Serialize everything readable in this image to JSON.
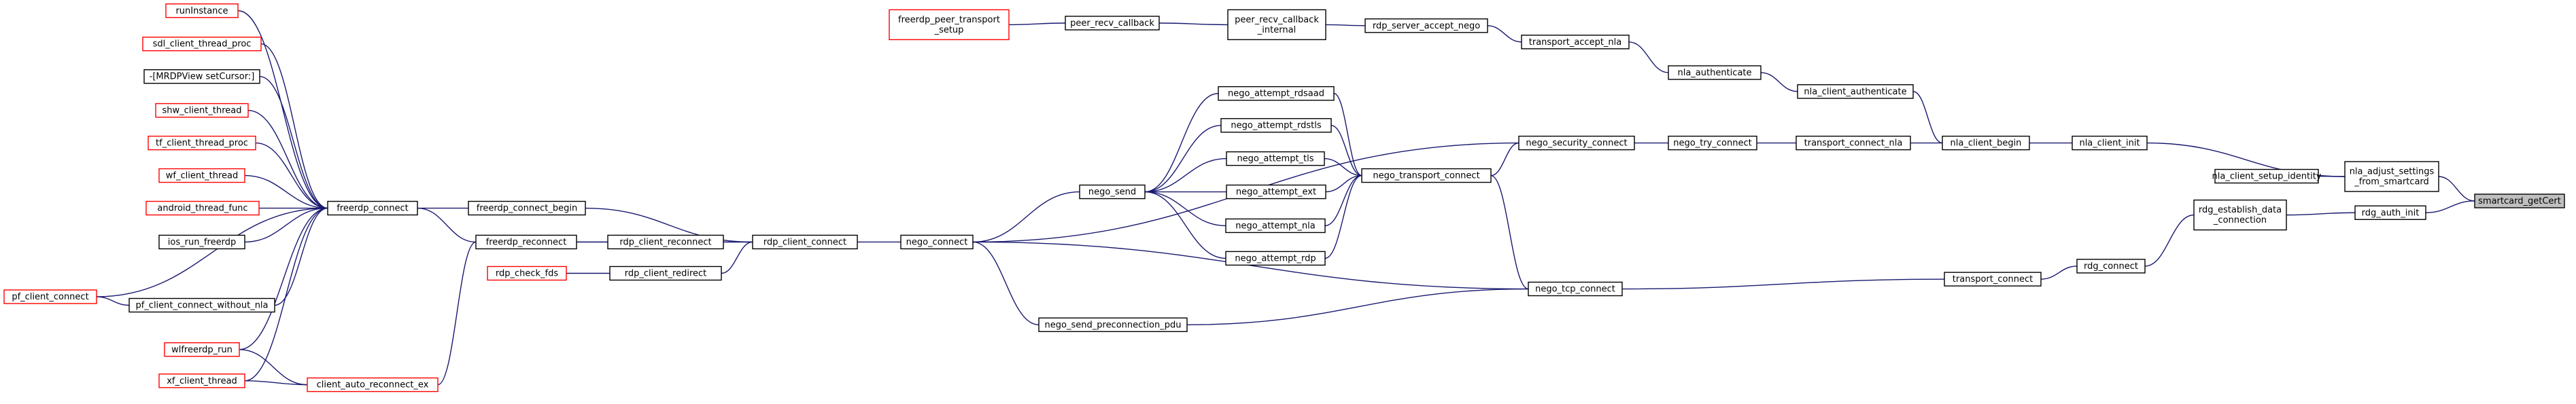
{
  "colors": {
    "edge": "#191970",
    "node_border_default": "#000000",
    "node_border_truncated": "#ff0000",
    "root_fill": "#bfbfbf",
    "node_fill": "#ffffff"
  },
  "nodes": [
    {
      "id": "smartcard_getCert",
      "lines": [
        "smartcard_getCert"
      ],
      "kind": "root"
    },
    {
      "id": "nla_adjust_settings_from_smartcard",
      "lines": [
        "nla_adjust_settings",
        "_from_smartcard"
      ],
      "kind": "normal"
    },
    {
      "id": "rdg_auth_init",
      "lines": [
        "rdg_auth_init"
      ],
      "kind": "normal"
    },
    {
      "id": "nla_client_init",
      "lines": [
        "nla_client_init"
      ],
      "kind": "normal"
    },
    {
      "id": "nla_client_setup_identity",
      "lines": [
        "nla_client_setup_identity"
      ],
      "kind": "normal"
    },
    {
      "id": "rdg_establish_data_connection",
      "lines": [
        "rdg_establish_data",
        "_connection"
      ],
      "kind": "normal"
    },
    {
      "id": "nla_client_begin",
      "lines": [
        "nla_client_begin"
      ],
      "kind": "normal"
    },
    {
      "id": "rdg_connect",
      "lines": [
        "rdg_connect"
      ],
      "kind": "normal"
    },
    {
      "id": "nla_client_authenticate",
      "lines": [
        "nla_client_authenticate"
      ],
      "kind": "normal"
    },
    {
      "id": "transport_connect_nla",
      "lines": [
        "transport_connect_nla"
      ],
      "kind": "normal"
    },
    {
      "id": "transport_connect",
      "lines": [
        "transport_connect"
      ],
      "kind": "normal"
    },
    {
      "id": "nla_authenticate",
      "lines": [
        "nla_authenticate"
      ],
      "kind": "normal"
    },
    {
      "id": "nego_try_connect",
      "lines": [
        "nego_try_connect"
      ],
      "kind": "normal"
    },
    {
      "id": "nego_tcp_connect",
      "lines": [
        "nego_tcp_connect"
      ],
      "kind": "normal"
    },
    {
      "id": "transport_accept_nla",
      "lines": [
        "transport_accept_nla"
      ],
      "kind": "normal"
    },
    {
      "id": "nego_security_connect",
      "lines": [
        "nego_security_connect"
      ],
      "kind": "normal"
    },
    {
      "id": "rdp_server_accept_nego",
      "lines": [
        "rdp_server_accept_nego"
      ],
      "kind": "normal"
    },
    {
      "id": "nego_transport_connect",
      "lines": [
        "nego_transport_connect"
      ],
      "kind": "normal"
    },
    {
      "id": "peer_recv_callback_internal",
      "lines": [
        "peer_recv_callback",
        "_internal"
      ],
      "kind": "normal"
    },
    {
      "id": "nego_attempt_rdsaad",
      "lines": [
        "nego_attempt_rdsaad"
      ],
      "kind": "normal"
    },
    {
      "id": "nego_attempt_rdstls",
      "lines": [
        "nego_attempt_rdstls"
      ],
      "kind": "normal"
    },
    {
      "id": "nego_attempt_tls",
      "lines": [
        "nego_attempt_tls"
      ],
      "kind": "normal"
    },
    {
      "id": "nego_attempt_ext",
      "lines": [
        "nego_attempt_ext"
      ],
      "kind": "normal"
    },
    {
      "id": "nego_attempt_nla",
      "lines": [
        "nego_attempt_nla"
      ],
      "kind": "normal"
    },
    {
      "id": "nego_attempt_rdp",
      "lines": [
        "nego_attempt_rdp"
      ],
      "kind": "normal"
    },
    {
      "id": "nego_send_preconnection_pdu",
      "lines": [
        "nego_send_preconnection_pdu"
      ],
      "kind": "normal"
    },
    {
      "id": "peer_recv_callback",
      "lines": [
        "peer_recv_callback"
      ],
      "kind": "normal"
    },
    {
      "id": "nego_send",
      "lines": [
        "nego_send"
      ],
      "kind": "normal"
    },
    {
      "id": "freerdp_peer_transport_setup",
      "lines": [
        "freerdp_peer_transport",
        "_setup"
      ],
      "kind": "truncated"
    },
    {
      "id": "nego_connect",
      "lines": [
        "nego_connect"
      ],
      "kind": "normal"
    },
    {
      "id": "rdp_client_connect",
      "lines": [
        "rdp_client_connect"
      ],
      "kind": "normal"
    },
    {
      "id": "rdp_client_reconnect",
      "lines": [
        "rdp_client_reconnect"
      ],
      "kind": "normal"
    },
    {
      "id": "rdp_client_redirect",
      "lines": [
        "rdp_client_redirect"
      ],
      "kind": "normal"
    },
    {
      "id": "freerdp_connect_begin",
      "lines": [
        "freerdp_connect_begin"
      ],
      "kind": "normal"
    },
    {
      "id": "freerdp_reconnect",
      "lines": [
        "freerdp_reconnect"
      ],
      "kind": "normal"
    },
    {
      "id": "rdp_check_fds",
      "lines": [
        "rdp_check_fds"
      ],
      "kind": "truncated"
    },
    {
      "id": "freerdp_connect",
      "lines": [
        "freerdp_connect"
      ],
      "kind": "normal"
    },
    {
      "id": "client_auto_reconnect_ex",
      "lines": [
        "client_auto_reconnect_ex"
      ],
      "kind": "truncated"
    },
    {
      "id": "runInstance",
      "lines": [
        "runInstance"
      ],
      "kind": "truncated"
    },
    {
      "id": "sdl_client_thread_proc",
      "lines": [
        "sdl_client_thread_proc"
      ],
      "kind": "truncated"
    },
    {
      "id": "MRDPView_setCursor",
      "lines": [
        "-[MRDPView setCursor:]"
      ],
      "kind": "normal"
    },
    {
      "id": "shw_client_thread",
      "lines": [
        "shw_client_thread"
      ],
      "kind": "truncated"
    },
    {
      "id": "tf_client_thread_proc",
      "lines": [
        "tf_client_thread_proc"
      ],
      "kind": "truncated"
    },
    {
      "id": "wf_client_thread",
      "lines": [
        "wf_client_thread"
      ],
      "kind": "truncated"
    },
    {
      "id": "android_thread_func",
      "lines": [
        "android_thread_func"
      ],
      "kind": "truncated"
    },
    {
      "id": "ios_run_freerdp",
      "lines": [
        "ios_run_freerdp"
      ],
      "kind": "normal"
    },
    {
      "id": "pf_client_connect_without_nla",
      "lines": [
        "pf_client_connect_without_nla"
      ],
      "kind": "normal"
    },
    {
      "id": "wlfreerdp_run",
      "lines": [
        "wlfreerdp_run"
      ],
      "kind": "truncated"
    },
    {
      "id": "xf_client_thread",
      "lines": [
        "xf_client_thread"
      ],
      "kind": "truncated"
    },
    {
      "id": "pf_client_connect",
      "lines": [
        "pf_client_connect"
      ],
      "kind": "truncated"
    }
  ],
  "edges": [
    [
      "nla_adjust_settings_from_smartcard",
      "smartcard_getCert"
    ],
    [
      "rdg_auth_init",
      "smartcard_getCert"
    ],
    [
      "nla_client_init",
      "nla_adjust_settings_from_smartcard"
    ],
    [
      "nla_client_setup_identity",
      "nla_adjust_settings_from_smartcard"
    ],
    [
      "rdg_establish_data_connection",
      "rdg_auth_init"
    ],
    [
      "nla_client_begin",
      "nla_client_init"
    ],
    [
      "rdg_connect",
      "rdg_establish_data_connection"
    ],
    [
      "nla_client_authenticate",
      "nla_client_begin"
    ],
    [
      "transport_connect_nla",
      "nla_client_begin"
    ],
    [
      "transport_connect",
      "rdg_connect"
    ],
    [
      "nla_authenticate",
      "nla_client_authenticate"
    ],
    [
      "nego_try_connect",
      "transport_connect_nla"
    ],
    [
      "nego_tcp_connect",
      "transport_connect"
    ],
    [
      "transport_accept_nla",
      "nla_authenticate"
    ],
    [
      "nego_security_connect",
      "nego_try_connect"
    ],
    [
      "rdp_server_accept_nego",
      "transport_accept_nla"
    ],
    [
      "nego_transport_connect",
      "nego_security_connect"
    ],
    [
      "nego_transport_connect",
      "nego_tcp_connect"
    ],
    [
      "peer_recv_callback_internal",
      "rdp_server_accept_nego"
    ],
    [
      "nego_attempt_rdsaad",
      "nego_transport_connect"
    ],
    [
      "nego_attempt_rdstls",
      "nego_transport_connect"
    ],
    [
      "nego_attempt_tls",
      "nego_transport_connect"
    ],
    [
      "nego_attempt_ext",
      "nego_transport_connect"
    ],
    [
      "nego_attempt_nla",
      "nego_transport_connect"
    ],
    [
      "nego_attempt_rdp",
      "nego_transport_connect"
    ],
    [
      "nego_send_preconnection_pdu",
      "nego_tcp_connect"
    ],
    [
      "peer_recv_callback",
      "peer_recv_callback_internal"
    ],
    [
      "nego_send",
      "nego_attempt_rdsaad"
    ],
    [
      "nego_send",
      "nego_attempt_rdstls"
    ],
    [
      "nego_send",
      "nego_attempt_tls"
    ],
    [
      "nego_send",
      "nego_attempt_ext"
    ],
    [
      "nego_send",
      "nego_attempt_nla"
    ],
    [
      "nego_send",
      "nego_attempt_rdp"
    ],
    [
      "freerdp_peer_transport_setup",
      "peer_recv_callback"
    ],
    [
      "nego_connect",
      "nego_security_connect"
    ],
    [
      "nego_connect",
      "nego_tcp_connect"
    ],
    [
      "nego_connect",
      "nego_send_preconnection_pdu"
    ],
    [
      "nego_connect",
      "nego_send"
    ],
    [
      "rdp_client_connect",
      "nego_connect"
    ],
    [
      "rdp_client_reconnect",
      "rdp_client_connect"
    ],
    [
      "rdp_client_redirect",
      "rdp_client_connect"
    ],
    [
      "freerdp_connect_begin",
      "rdp_client_connect"
    ],
    [
      "freerdp_reconnect",
      "rdp_client_reconnect"
    ],
    [
      "freerdp_reconnect",
      "rdp_client_connect"
    ],
    [
      "rdp_check_fds",
      "rdp_client_redirect"
    ],
    [
      "freerdp_connect",
      "freerdp_connect_begin"
    ],
    [
      "freerdp_connect",
      "freerdp_reconnect"
    ],
    [
      "client_auto_reconnect_ex",
      "freerdp_reconnect"
    ],
    [
      "runInstance",
      "freerdp_connect"
    ],
    [
      "sdl_client_thread_proc",
      "freerdp_connect"
    ],
    [
      "MRDPView_setCursor",
      "freerdp_connect"
    ],
    [
      "shw_client_thread",
      "freerdp_connect"
    ],
    [
      "tf_client_thread_proc",
      "freerdp_connect"
    ],
    [
      "wf_client_thread",
      "freerdp_connect"
    ],
    [
      "android_thread_func",
      "freerdp_connect"
    ],
    [
      "ios_run_freerdp",
      "freerdp_connect"
    ],
    [
      "pf_client_connect_without_nla",
      "freerdp_connect"
    ],
    [
      "wlfreerdp_run",
      "freerdp_connect"
    ],
    [
      "wlfreerdp_run",
      "client_auto_reconnect_ex"
    ],
    [
      "xf_client_thread",
      "freerdp_connect"
    ],
    [
      "xf_client_thread",
      "client_auto_reconnect_ex"
    ],
    [
      "pf_client_connect",
      "freerdp_connect"
    ],
    [
      "pf_client_connect",
      "pf_client_connect_without_nla"
    ]
  ]
}
